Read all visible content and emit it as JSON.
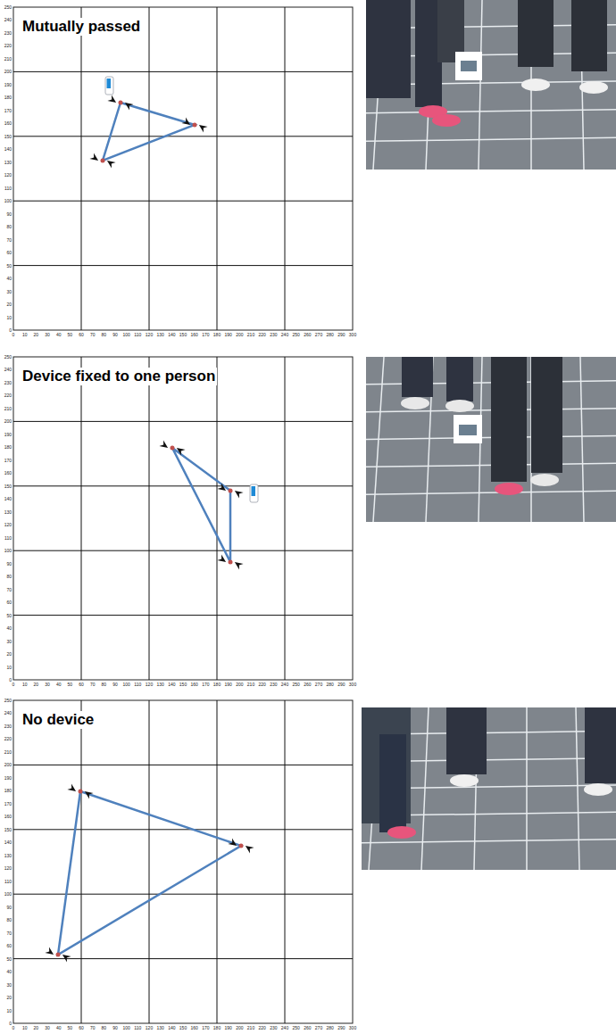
{
  "diagram": {
    "labels": [
      "Mutually passed",
      "0",
      "10",
      "20",
      "30",
      "40",
      "50",
      "60",
      "70",
      "80",
      "90",
      "100",
      "110",
      "120",
      "130",
      "140",
      "150",
      "160",
      "170",
      "180",
      "190",
      "200",
      "210",
      "220",
      "230",
      "240",
      "250",
      "260",
      "270",
      "280",
      "290",
      "300",
      "0",
      "10",
      "20",
      "30",
      "40",
      "50",
      "60",
      "70",
      "80",
      "90",
      "100",
      "110",
      "120",
      "130",
      "140",
      "150",
      "160",
      "170",
      "180",
      "190",
      "200",
      "210",
      "220",
      "230",
      "240",
      "250",
      "Device fixed to one person",
      "0",
      "10",
      "20",
      "30",
      "40",
      "50",
      "60",
      "70",
      "80",
      "90",
      "100",
      "110",
      "120",
      "130",
      "140",
      "150",
      "160",
      "170",
      "180",
      "190",
      "200",
      "210",
      "220",
      "230",
      "240",
      "250",
      "260",
      "270",
      "280",
      "290",
      "300",
      "0",
      "10",
      "20",
      "30",
      "40",
      "50",
      "60",
      "70",
      "80",
      "90",
      "100",
      "110",
      "120",
      "130",
      "140",
      "150",
      "160",
      "170",
      "180",
      "190",
      "200",
      "210",
      "220",
      "230",
      "240",
      "250",
      "No device",
      "0",
      "10",
      "20",
      "30",
      "40",
      "50",
      "60",
      "70",
      "80",
      "90",
      "100",
      "110",
      "120",
      "130",
      "140",
      "150",
      "160",
      "170",
      "180",
      "190",
      "200",
      "210",
      "220",
      "230",
      "240",
      "250",
      "260",
      "270",
      "280",
      "290",
      "300",
      "0",
      "10",
      "20",
      "30",
      "40",
      "50",
      "60",
      "70",
      "80",
      "90",
      "100",
      "110",
      "120",
      "130",
      "140",
      "150",
      "160",
      "170",
      "180",
      "190",
      "200",
      "210",
      "220",
      "230",
      "240",
      "250"
    ]
  }
}
